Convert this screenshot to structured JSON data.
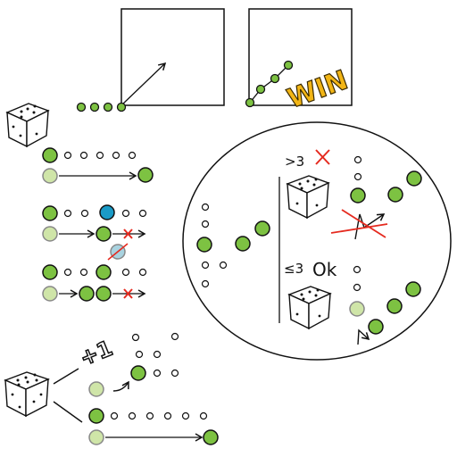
{
  "colors": {
    "green": "#7dc242",
    "light_green": "#cfe5a8",
    "blue": "#1a9bc7",
    "light_blue": "#a9d3e0",
    "red": "#e52a1f",
    "outline": "#111111",
    "win_fill": "#f2b515"
  },
  "icons": [
    "die-icon",
    "arrow-icon",
    "cross-icon",
    "plus-one-badge"
  ],
  "labels": {
    "win": "WIN",
    "plus_one": "+1",
    "greater_than_three": ">3",
    "at_most_three": "≤3",
    "ok": "Ok"
  }
}
